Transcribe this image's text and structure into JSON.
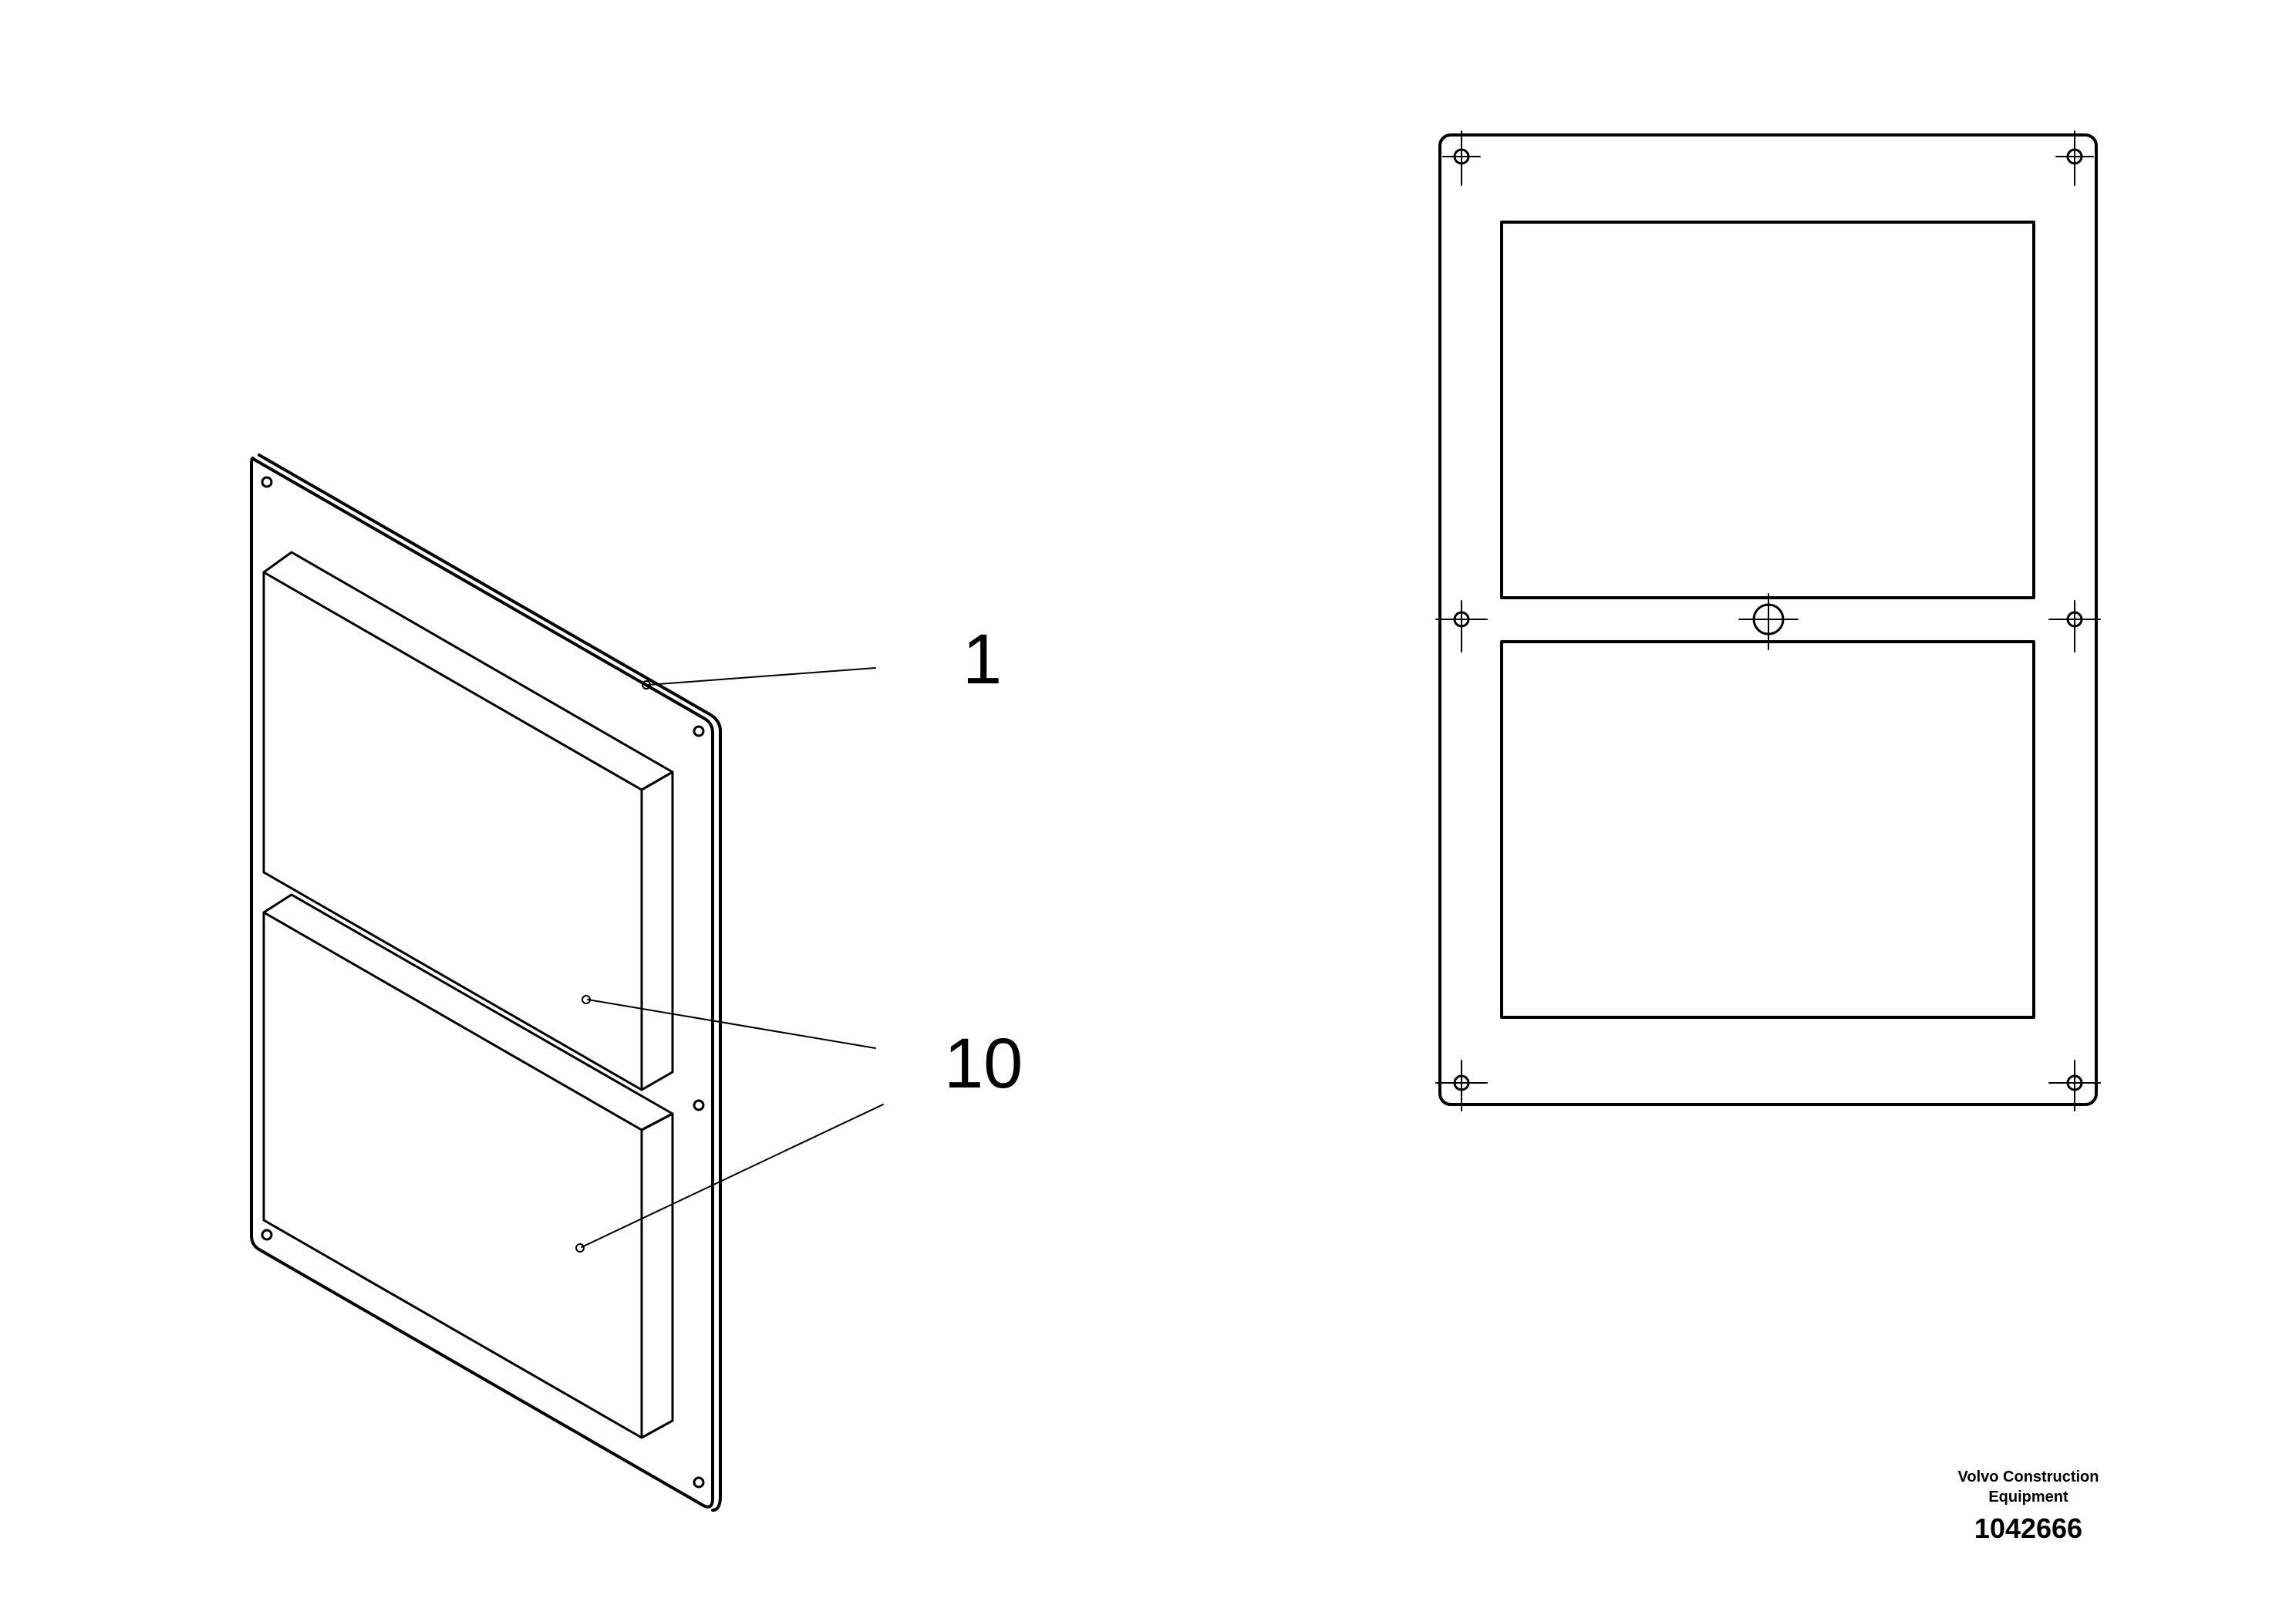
{
  "callouts": {
    "part_1": "1",
    "part_10": "10"
  },
  "title_block": {
    "company_line1": "Volvo Construction",
    "company_line2": "Equipment",
    "drawing_number": "1042666"
  },
  "colors": {
    "line": "#000000",
    "background": "#ffffff"
  }
}
